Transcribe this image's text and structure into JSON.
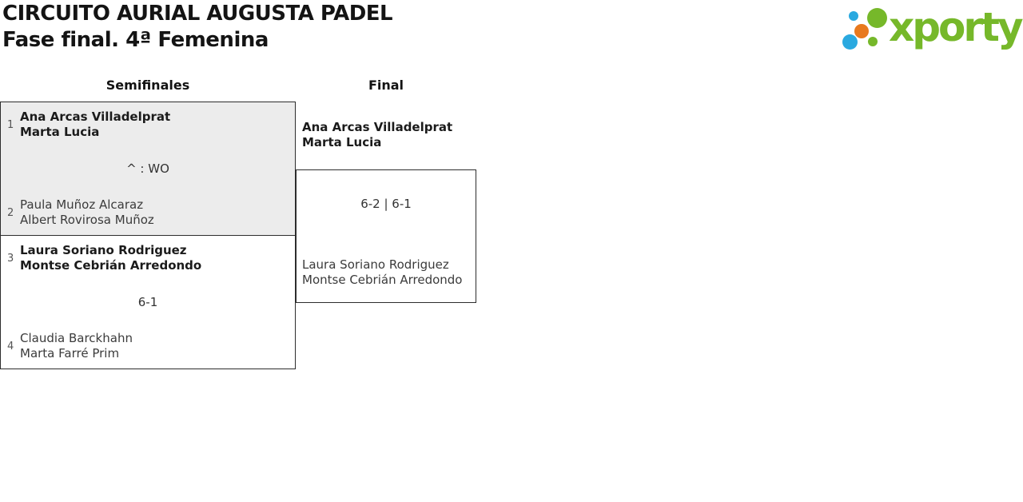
{
  "header": {
    "title_line1": "CIRCUITO AURIAL AUGUSTA PADEL",
    "title_line2": "Fase final. 4ª Femenina"
  },
  "logo": {
    "wordmark": "xporty",
    "colors": {
      "green": "#76b82a",
      "blue": "#2aa9e0",
      "orange": "#e8791d"
    }
  },
  "colors": {
    "match_highlight_bg": "#ececec",
    "box_border": "#2d2d2d",
    "winner_text": "#1b1b1b",
    "regular_text": "#3b3b3b"
  },
  "bracket": {
    "semifinals": {
      "title": "Semifinales",
      "matches": [
        {
          "top": {
            "seed": "1",
            "players": [
              "Ana Arcas Villadelprat",
              "Marta Lucia"
            ]
          },
          "score": "^ : WO",
          "bottom": {
            "seed": "2",
            "players": [
              "Paula Muñoz Alcaraz",
              "Albert Rovirosa Muñoz"
            ]
          }
        },
        {
          "top": {
            "seed": "3",
            "players": [
              "Laura Soriano Rodriguez",
              "Montse Cebrián Arredondo"
            ]
          },
          "score": "6-1",
          "bottom": {
            "seed": "4",
            "players": [
              "Claudia Barckhahn",
              "Marta Farré Prim"
            ]
          }
        }
      ]
    },
    "final": {
      "title": "Final",
      "winner_players": [
        "Ana Arcas Villadelprat",
        "Marta Lucia"
      ],
      "score": "6-2 | 6-1",
      "runner_up_players": [
        "Laura Soriano Rodriguez",
        "Montse Cebrián Arredondo"
      ]
    }
  }
}
